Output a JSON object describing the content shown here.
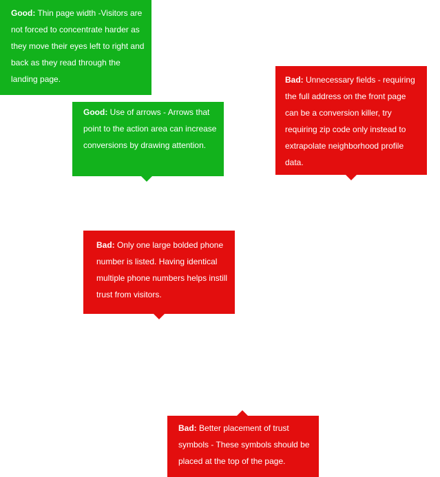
{
  "colors": {
    "good": "#12b21c",
    "bad": "#e30e0e",
    "text": "#ffffff"
  },
  "callouts": [
    {
      "tag": "Good:",
      "text": "Thin page width -Visitors are not forced to concentrate harder as they move their eyes left to right and back as they read through the landing page."
    },
    {
      "tag": "Good:",
      "text": "Use of arrows - Arrows that point to the action area can increase conversions by drawing attention."
    },
    {
      "tag": "Bad:",
      "text": "Unnecessary fields - requiring the full address on the front page can be a conversion killer, try requiring zip code only instead to extrapolate neighborhood profile data."
    },
    {
      "tag": "Bad:",
      "text": "Only one large bolded phone number is listed. Having identical multiple phone numbers helps instill trust from visitors."
    },
    {
      "tag": "Bad:",
      "text": "Better placement of trust symbols - These symbols should be placed at the top of the page."
    }
  ]
}
